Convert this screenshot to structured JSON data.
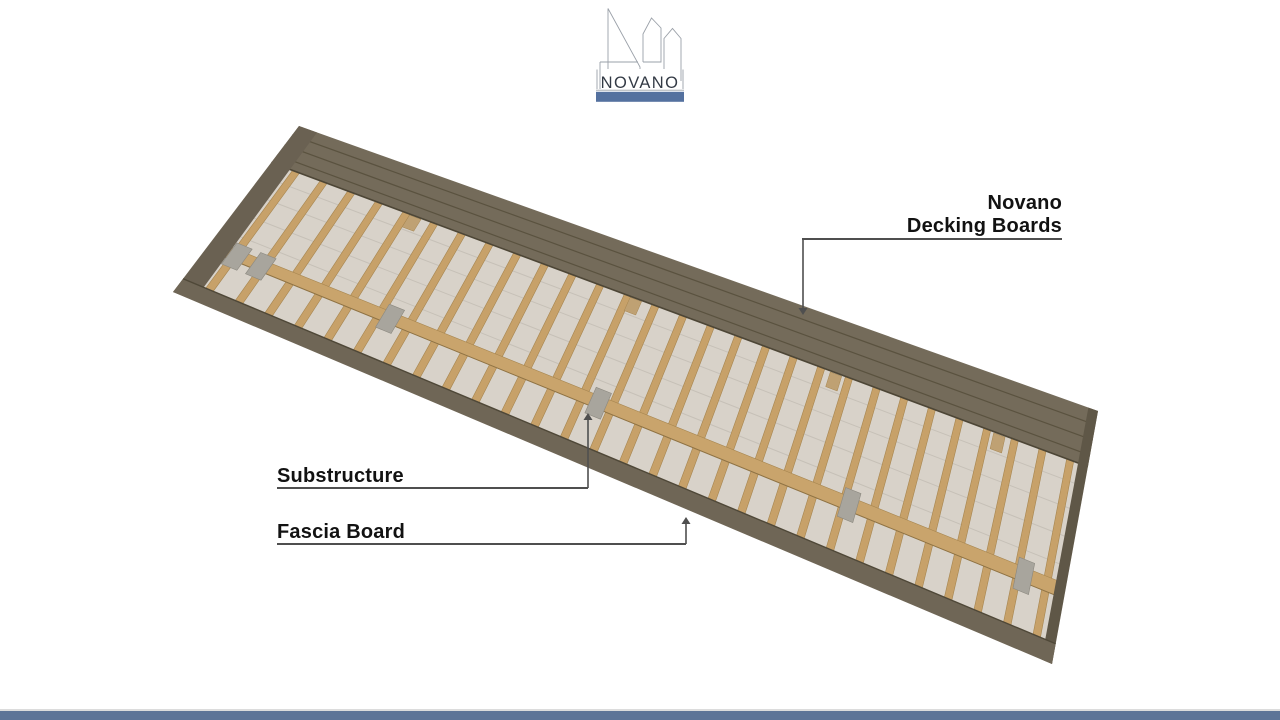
{
  "logo": {
    "wordmark": "NOVANO",
    "accent_color": "#54719f",
    "outline_color": "#9aa0a8",
    "wordmark_color": "#333a45"
  },
  "labels": {
    "decking": {
      "line1": "Novano",
      "line2": "Decking Boards"
    },
    "substructure": {
      "text": "Substructure"
    },
    "fascia": {
      "text": "Fascia Board"
    }
  },
  "diagram": {
    "subject": "deck-underside-3d-view",
    "parts": [
      "Novano Decking Boards",
      "Substructure",
      "Fascia Board"
    ],
    "colors": {
      "underside": "#d8d2c9",
      "underside_line": "#c6c0b7",
      "joist": "#c7a169",
      "joist_edge": "#a6854f",
      "bearer": "#c9a46c",
      "bearer_shadow": "#8f7344",
      "mount_block": "#a8a59d",
      "mount_block_edge": "#8b887f",
      "rim_block": "#bfa173",
      "deck_band": "#746b5a",
      "band_gap": "#5a523f",
      "band_bottom": "#4d4636",
      "fascia": "#6f6656",
      "fascia_shadow": "#4f4838",
      "left_fascia": "#6a6152",
      "right_edge": "#5f5747",
      "leader": "#4f4f4f",
      "label_text": "#121212"
    }
  },
  "footer": {
    "bar_color": "#5d7497",
    "bar_top_line": "#dcdcdc"
  },
  "background": "#ffffff"
}
